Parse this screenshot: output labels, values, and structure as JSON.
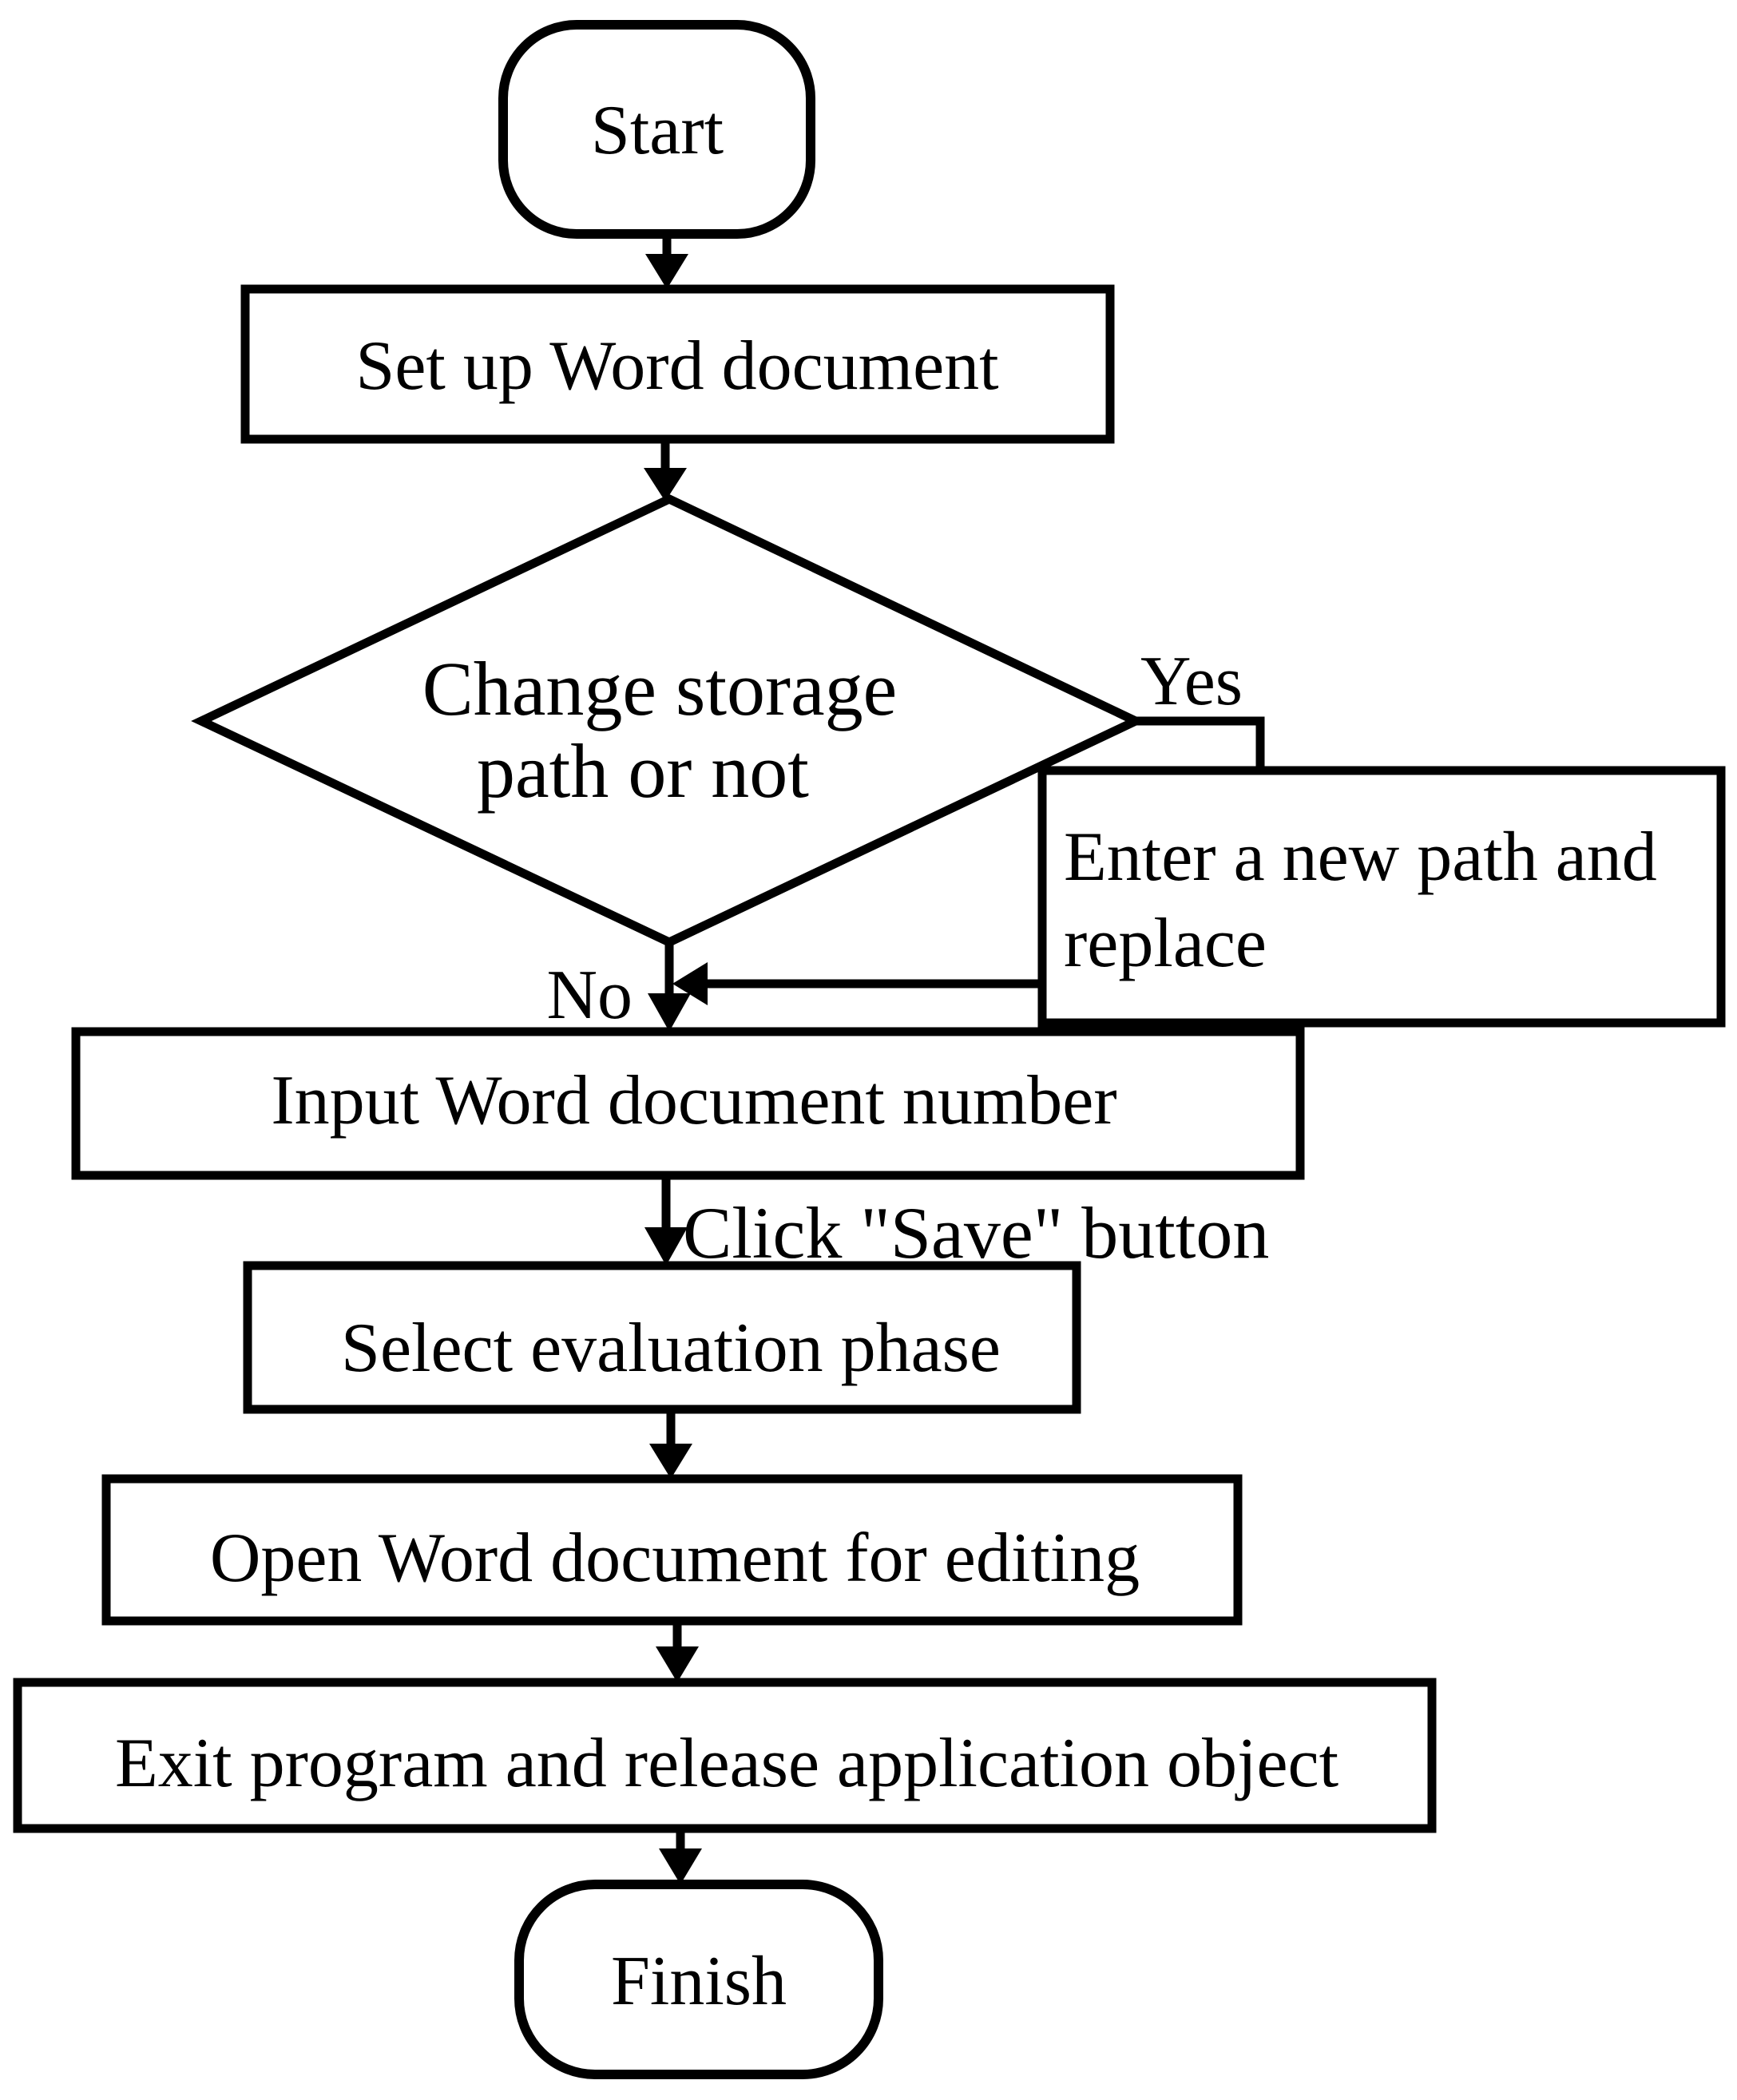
{
  "diagram": {
    "type": "flowchart",
    "colors": {
      "stroke": "#000000",
      "background": "#ffffff",
      "text": "#000000"
    },
    "nodes": {
      "start": {
        "type": "terminator",
        "label": "Start"
      },
      "setup": {
        "type": "process",
        "label": "Set up Word document"
      },
      "decision": {
        "type": "decision",
        "lines": [
          "Change storage",
          "path or not"
        ]
      },
      "enter_path": {
        "type": "process",
        "lines": [
          "Enter a new path and",
          "replace"
        ]
      },
      "input_number": {
        "type": "process",
        "label": "Input Word document number"
      },
      "select_phase": {
        "type": "process",
        "label": "Select evaluation phase"
      },
      "open_doc": {
        "type": "process",
        "label": "Open Word document for editing"
      },
      "exit_program": {
        "type": "process",
        "label": "Exit program and release application object"
      },
      "finish": {
        "type": "terminator",
        "label": "Finish"
      }
    },
    "edge_labels": {
      "yes": "Yes",
      "no": "No",
      "click_save": "Click \"Save\" button"
    }
  }
}
